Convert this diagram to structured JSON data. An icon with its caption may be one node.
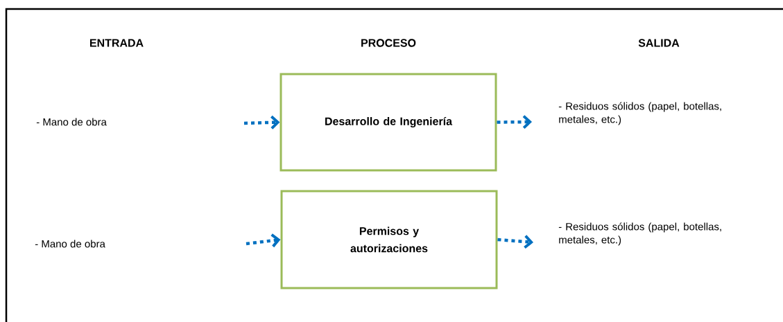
{
  "diagram": {
    "nodes": [
      {
        "text": [
          "Desarrollo de Ingeniería"
        ]
      },
      {
        "text": [
          "Permisos y autorizaciones"
        ]
      }
    ],
    "edges": [
      {
        "from": null,
        "to": 0,
        "arrow": "to"
      },
      {
        "from": 0,
        "to": null,
        "arrow": "to"
      },
      {
        "from": null,
        "to": 1,
        "arrow": "to"
      },
      {
        "from": 1,
        "to": null,
        "arrow": "to"
      }
    ],
    "labels": [
      "ENTRADA",
      "PROCESO",
      "SALIDA",
      "- Mano de obra",
      "- Residuos sólidos (papel, botellas, metales, etc.)",
      "- Mano de obra",
      "- Residuos sólidos (papel, botellas, metales, etc.)"
    ]
  }
}
